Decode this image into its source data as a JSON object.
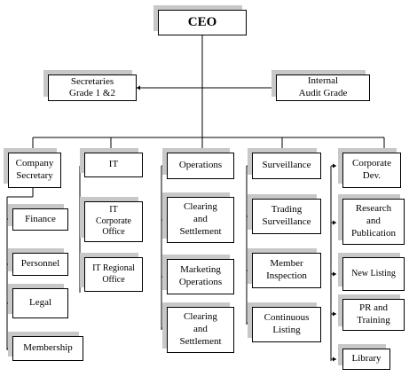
{
  "ceo": "CEO",
  "secretaries": "Secretaries\nGrade 1 &2",
  "internal_audit": "Internal\nAudit Grade",
  "departments": {
    "company_secretary": {
      "title": "Company\nSecretary",
      "children": [
        "Finance",
        "Personnel",
        "Legal",
        "Membership"
      ]
    },
    "it": {
      "title": "IT",
      "children": [
        "IT\nCorporate\nOffice",
        "IT Regional\nOffice"
      ]
    },
    "operations": {
      "title": "Operations",
      "children": [
        "Clearing\nand\nSettlement",
        "Marketing\nOperations",
        "Clearing\nand\nSettlement"
      ]
    },
    "surveillance": {
      "title": "Surveillance",
      "children": [
        "Trading\nSurveillance",
        "Member\nInspection",
        "Continuous\nListing"
      ]
    },
    "corporate_dev": {
      "title": "Corporate\nDev.",
      "children": [
        "Research\nand\nPublication",
        "New Listing",
        "PR and\nTraining",
        "Library"
      ]
    }
  }
}
